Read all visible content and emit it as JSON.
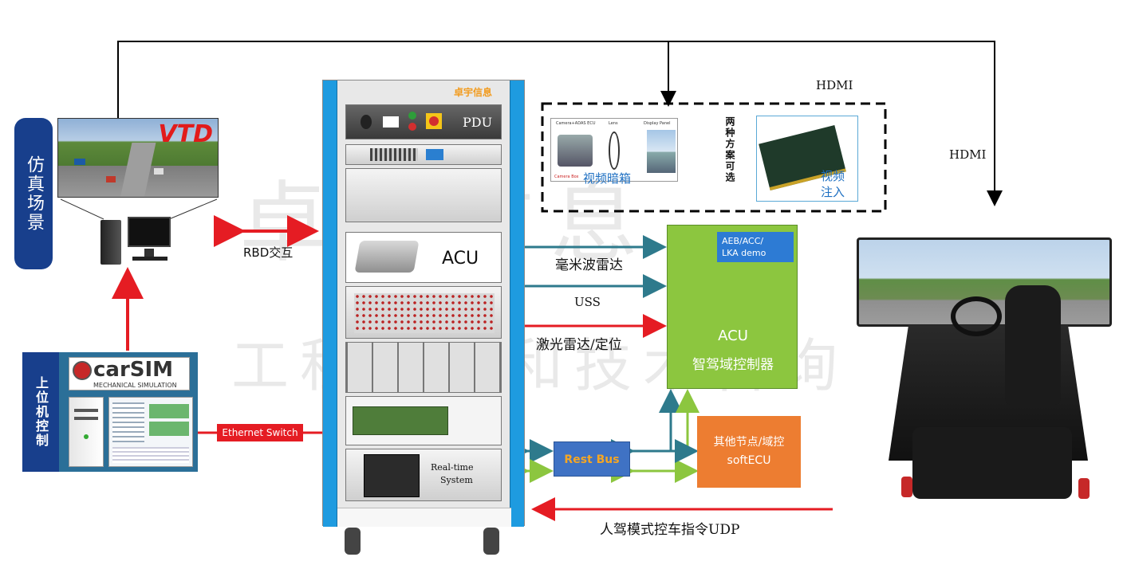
{
  "sim_scene": {
    "label": "仿真场景",
    "logo": "VTD"
  },
  "host": {
    "label": "上位机控制",
    "carsim_logo": "carSIM",
    "carsim_sub": "MECHANICAL SIMULATION"
  },
  "ethernet_switch": {
    "label": "Ethernet Switch"
  },
  "rbd": {
    "label": "RBD交互"
  },
  "rack": {
    "brand": "卓宇信息",
    "pdu_label": "PDU",
    "acu_label": "ACU",
    "realtime_label_line1": "Real-time",
    "realtime_label_line2": "System"
  },
  "video_options": {
    "box_label": "视频暗箱",
    "box_top_labels": [
      "Camera+ADAS ECU",
      "Lens",
      "Display Panel"
    ],
    "box_bottom_label": "Camera Box",
    "middle_text": "两种方案可选",
    "inject_label_line1": "视频",
    "inject_label_line2": "注入"
  },
  "hdmi_top": "HDMI",
  "hdmi_right": "HDMI",
  "signals": {
    "radar": "毫米波雷达",
    "uss": "USS",
    "lidar": "激光雷达/定位",
    "udp": "人驾模式控车指令UDP"
  },
  "acu_controller": {
    "tag_line1": "AEB/ACC/",
    "tag_line2": "LKA demo",
    "title": "ACU",
    "subtitle": "智驾域控制器"
  },
  "rest_bus": {
    "label": "Rest Bus"
  },
  "other_nodes": {
    "label_line1": "其他节点/域控",
    "label_line2": "softECU"
  },
  "watermark": {
    "line1": "卓宇信息",
    "line2": "工程软件和技术咨询"
  },
  "colors": {
    "navy": "#183f8c",
    "teal_arrow": "#2e7a8c",
    "red_arrow": "#e51c23",
    "green_box": "#8cc63f",
    "green_arrow": "#8cc63f",
    "blue_box": "#3f72c4",
    "orange_box": "#ed7d31",
    "rack_blue": "#1e9be0"
  }
}
